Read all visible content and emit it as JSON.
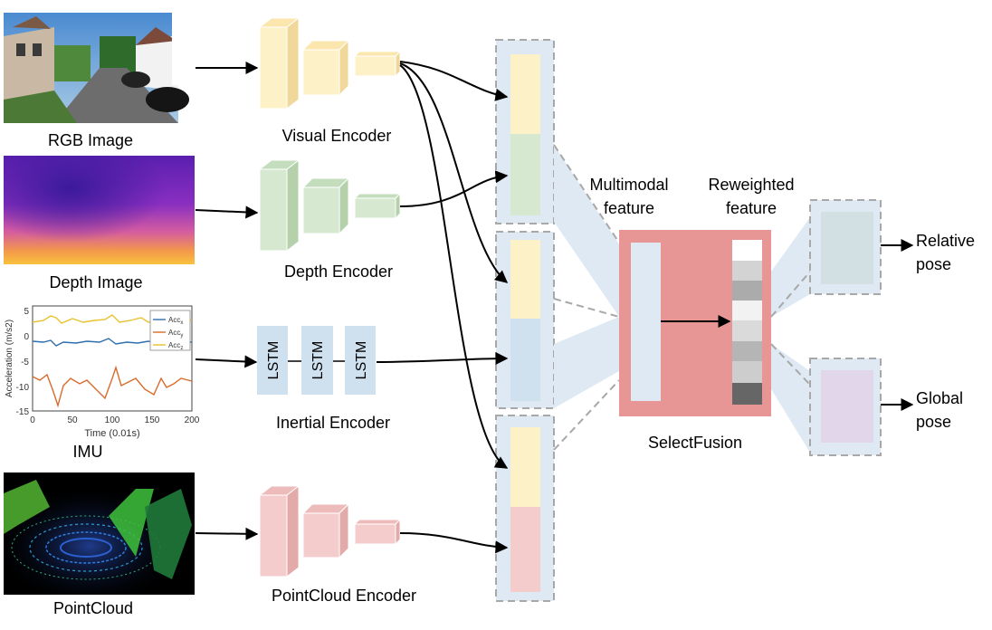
{
  "inputs": {
    "rgb_label": "RGB Image",
    "depth_label": "Depth Image",
    "imu_label": "IMU",
    "pointcloud_label": "PointCloud"
  },
  "imu_plot": {
    "ylabel": "Acceleration (m/s2)",
    "xlabel": "Time (0.01s)",
    "xticks": [
      "0",
      "50",
      "100",
      "150",
      "200"
    ],
    "yticks": [
      "5",
      "0",
      "-5",
      "-10",
      "-15"
    ],
    "legend": [
      {
        "base": "Acc",
        "sub": "x",
        "color": "#2f6ead"
      },
      {
        "base": "Acc",
        "sub": "y",
        "color": "#d86b2b"
      },
      {
        "base": "Acc",
        "sub": "z",
        "color": "#e8c230"
      }
    ]
  },
  "encoders": {
    "visual": "Visual Encoder",
    "depth": "Depth Encoder",
    "inertial": "Inertial Encoder",
    "pointcloud": "PointCloud Encoder",
    "lstm_label": "LSTM"
  },
  "fusion": {
    "multimodal_line1": "Multimodal",
    "multimodal_line2": "feature",
    "reweighted_line1": "Reweighted",
    "reweighted_line2": "feature",
    "module_label": "SelectFusion"
  },
  "outputs": {
    "relative_line1": "Relative",
    "relative_line2": "pose",
    "global_line1": "Global",
    "global_line2": "pose"
  },
  "colors": {
    "visual": "#fdf1c8",
    "depth": "#d6e8d0",
    "inertial": "#cfe0ef",
    "pointcloud": "#f4cccc",
    "selectfusion": "#e79695",
    "relative_out": "#d3e0e3",
    "global_out": "#e2d7ea",
    "panel": "#dfe9f3"
  }
}
